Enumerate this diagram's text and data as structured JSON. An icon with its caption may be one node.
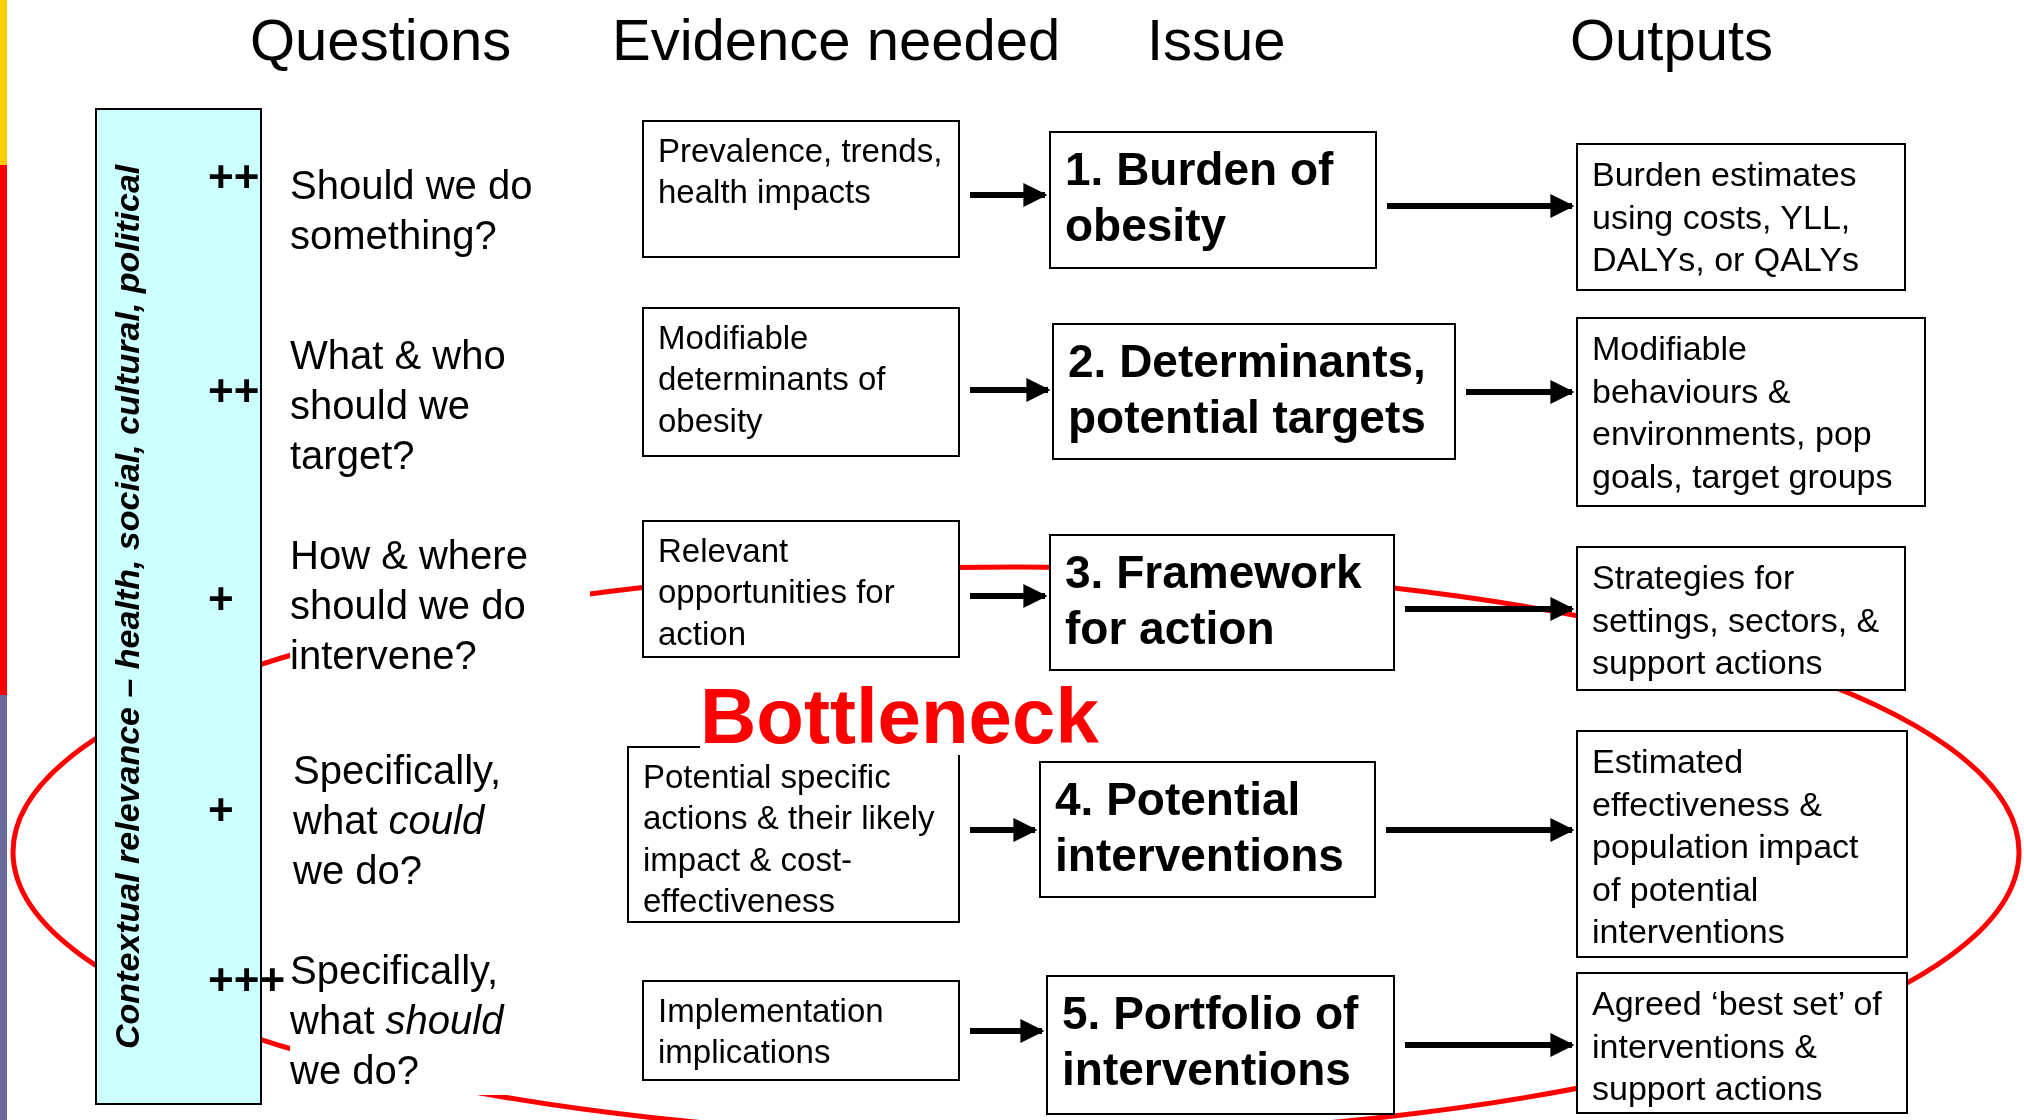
{
  "diagram": {
    "nodes": [
      {
        "text": [
          "**Contextual relevance** – health, social, cultural, political"
        ]
      },
      {
        "text": [
          "Prevalence, trends, health impacts"
        ]
      },
      {
        "text": [
          "1. Burden of obesity"
        ]
      },
      {
        "text": [
          "Burden estimates using costs, YLL, DALYs, or QALYs"
        ]
      },
      {
        "text": [
          "Modifiable determinants of obesity"
        ]
      },
      {
        "text": [
          "2. Determinants, potential targets"
        ]
      },
      {
        "text": [
          "Modifiable behaviours & environments, pop goals, target groups"
        ]
      },
      {
        "text": [
          "Relevant opportunities for action"
        ]
      },
      {
        "text": [
          "3. Framework for action"
        ]
      },
      {
        "text": [
          "Strategies for settings, sectors, & support actions"
        ]
      },
      {
        "text": [
          "Potential specific actions & their likely impact & cost-effectiveness"
        ]
      },
      {
        "text": [
          "4. Potential interventions"
        ]
      },
      {
        "text": [
          "Estimated effectiveness & population impact of potential interventions"
        ]
      },
      {
        "text": [
          "Implementation implications"
        ]
      },
      {
        "text": [
          "5. Portfolio of interventions"
        ]
      },
      {
        "text": [
          "Agreed ‘best set’ of interventions & support actions"
        ]
      }
    ],
    "edges": [
      {
        "from": 1,
        "to": 2,
        "arrow": "to"
      },
      {
        "from": 2,
        "to": 3,
        "arrow": "to"
      },
      {
        "from": 4,
        "to": 5,
        "arrow": "to"
      },
      {
        "from": 5,
        "to": 6,
        "arrow": "to"
      },
      {
        "from": 7,
        "to": 8,
        "arrow": "to"
      },
      {
        "from": 8,
        "to": 9,
        "arrow": "to"
      },
      {
        "from": 10,
        "to": 11,
        "arrow": "to"
      },
      {
        "from": 11,
        "to": 12,
        "arrow": "to"
      },
      {
        "from": 13,
        "to": 14,
        "arrow": "to"
      },
      {
        "from": 14,
        "to": 15,
        "arrow": "to"
      }
    ],
    "labels": [
      "Questions",
      "Evidence needed",
      "Issue",
      "Outputs",
      "++",
      "Should we do something?",
      "++",
      "What & who should we target?",
      "+",
      "How & where should we do intervene?",
      "+",
      "Specifically, what *could* we do?",
      "+++",
      "Specifically, what *should* we do?",
      "Bottleneck"
    ]
  }
}
